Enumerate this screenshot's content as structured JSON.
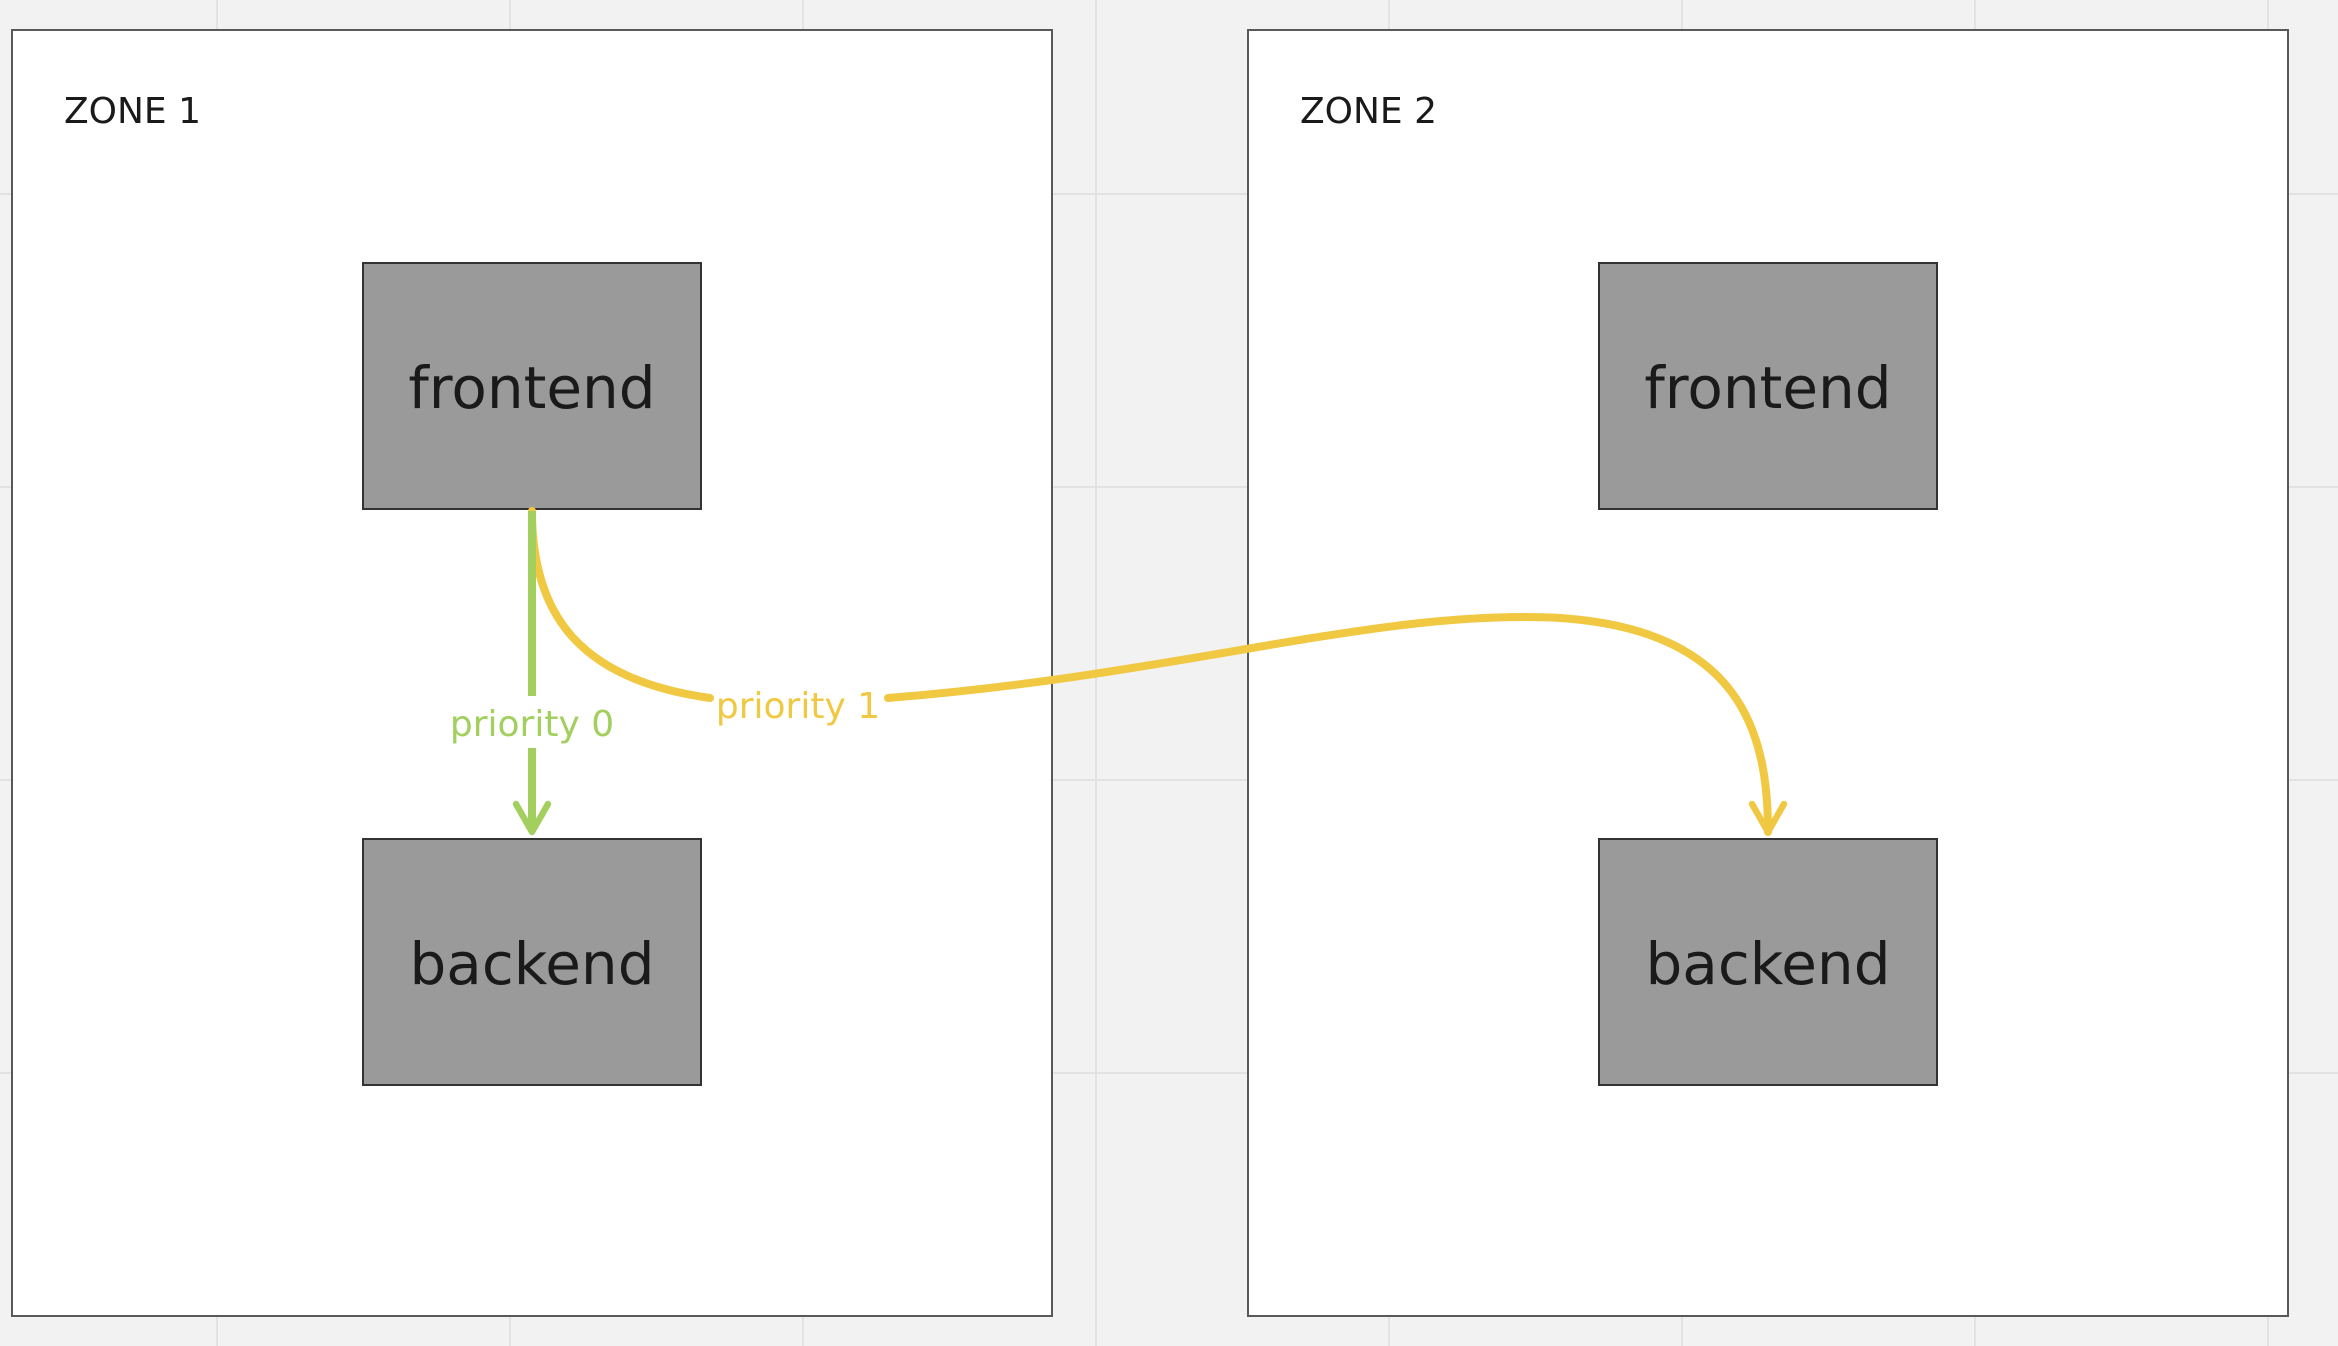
{
  "diagram": {
    "zones": [
      {
        "title": "ZONE 1",
        "nodes": {
          "frontend": "frontend",
          "backend": "backend"
        }
      },
      {
        "title": "ZONE 2",
        "nodes": {
          "frontend": "frontend",
          "backend": "backend"
        }
      }
    ],
    "edges": [
      {
        "from": "ZONE 1 frontend",
        "to": "ZONE 1 backend",
        "label": "priority 0",
        "color": "#a2cf5e"
      },
      {
        "from": "ZONE 1 frontend",
        "to": "ZONE 2 backend",
        "label": "priority 1",
        "color": "#f0c841"
      }
    ]
  },
  "colors": {
    "background": "#f2f2f2",
    "grid": "#e2e2e2",
    "zone_fill": "#ffffff",
    "zone_stroke": "#595959",
    "node_fill": "#9a9a9a",
    "node_stroke": "#333333",
    "text": "#1a1a1a"
  }
}
